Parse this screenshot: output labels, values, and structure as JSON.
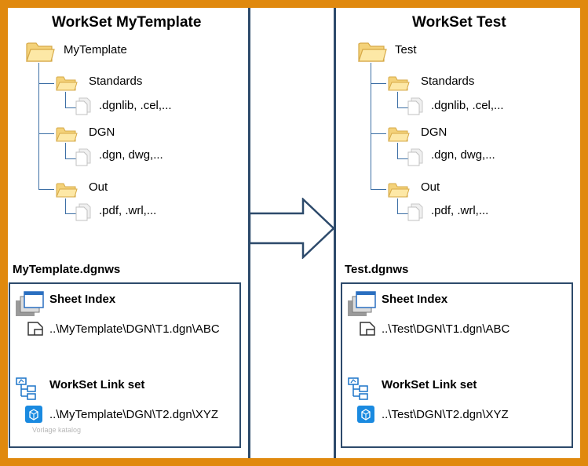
{
  "left": {
    "title": "WorkSet MyTemplate",
    "root_folder": "MyTemplate",
    "folders": [
      {
        "name": "Standards",
        "files": ".dgnlib, .cel,..."
      },
      {
        "name": "DGN",
        "files": ".dgn, dwg,..."
      },
      {
        "name": "Out",
        "files": ".pdf, .wrl,..."
      }
    ],
    "dgnws_file": "MyTemplate.dgnws",
    "sheet_index_label": "Sheet Index",
    "sheet_index_path": "..\\MyTemplate\\DGN\\T1.dgn\\ABC",
    "link_set_label": "WorkSet Link set",
    "link_set_path": "..\\MyTemplate\\DGN\\T2.dgn\\XYZ",
    "watermark": "Vorlage katalog"
  },
  "right": {
    "title": "WorkSet Test",
    "root_folder": "Test",
    "folders": [
      {
        "name": "Standards",
        "files": ".dgnlib, .cel,..."
      },
      {
        "name": "DGN",
        "files": ".dgn, dwg,..."
      },
      {
        "name": "Out",
        "files": ".pdf, .wrl,..."
      }
    ],
    "dgnws_file": "Test.dgnws",
    "sheet_index_label": "Sheet Index",
    "sheet_index_path": "..\\Test\\DGN\\T1.dgn\\ABC",
    "link_set_label": "WorkSet Link set",
    "link_set_path": "..\\Test\\DGN\\T2.dgn\\XYZ"
  },
  "colors": {
    "border": "#e0890e",
    "line": "#2d4a6b",
    "tree": "#3d6fa5",
    "folder_fill": "#fde8a6",
    "folder_stroke": "#d6a947",
    "link_icon": "#1a73c8"
  },
  "icons": {
    "folder": "folder-icon",
    "file": "file-icon",
    "sheet_index": "sheet-index-icon",
    "sheet": "sheet-icon",
    "link_set": "link-set-icon",
    "model": "model-icon",
    "arrow": "right-arrow-icon"
  }
}
